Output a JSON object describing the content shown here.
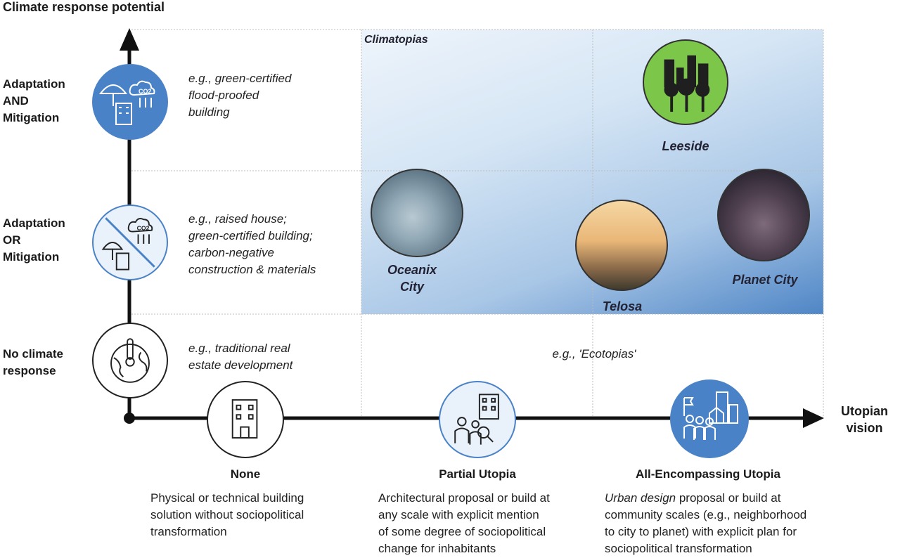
{
  "y_axis": {
    "title": "Climate response potential",
    "levels": [
      {
        "label_lines": [
          "Adaptation",
          "AND",
          "Mitigation"
        ],
        "example_lines": [
          "e.g., green-certified",
          "flood-proofed",
          "building"
        ],
        "icon": "umbrella-building-co2-icon-filled"
      },
      {
        "label_lines": [
          "Adaptation",
          "OR",
          "Mitigation"
        ],
        "example_lines": [
          "e.g., raised house;",
          "green-certified building;",
          "carbon-negative",
          "construction & materials"
        ],
        "icon": "umbrella-building-co2-slash-icon"
      },
      {
        "label_lines": [
          "No climate",
          "response"
        ],
        "example_lines": [
          "e.g., traditional real",
          "estate development"
        ],
        "icon": "globe-thermometer-icon"
      }
    ]
  },
  "x_axis": {
    "title_lines": [
      "Utopian",
      "vision"
    ],
    "categories": [
      {
        "title": "None",
        "desc_lines": [
          "Physical or technical building",
          "solution without sociopolitical",
          "transformation"
        ],
        "icon": "building-icon"
      },
      {
        "title": "Partial Utopia",
        "desc_lines": [
          "Architectural proposal or build at",
          "any scale with explicit mention",
          "of some degree of sociopolitical",
          "change for inhabitants"
        ],
        "icon": "people-search-building-icon"
      },
      {
        "title": "All-Encompassing Utopia",
        "desc_lines": [
          "Urban design",
          " proposal or build at",
          "community scales (e.g., neighborhood",
          "to city to planet) with explicit plan for",
          "sociopolitical transformation"
        ],
        "icon": "community-city-icon"
      }
    ]
  },
  "regions": {
    "climatopias": "Climatopias",
    "ecotopias": "e.g., 'Ecotopias'"
  },
  "projects": [
    {
      "name_lines": [
        "Leeside"
      ],
      "image": "city-trees-icon"
    },
    {
      "name_lines": [
        "Oceanix",
        "City"
      ],
      "image": "floating-city-photo"
    },
    {
      "name_lines": [
        "Telosa"
      ],
      "image": "desert-city-photo"
    },
    {
      "name_lines": [
        "Planet City"
      ],
      "image": "megacity-photo"
    }
  ],
  "colors": {
    "accent_blue": "#4a82c8",
    "leeside_green": "#7cc64a",
    "axis": "#111111"
  }
}
